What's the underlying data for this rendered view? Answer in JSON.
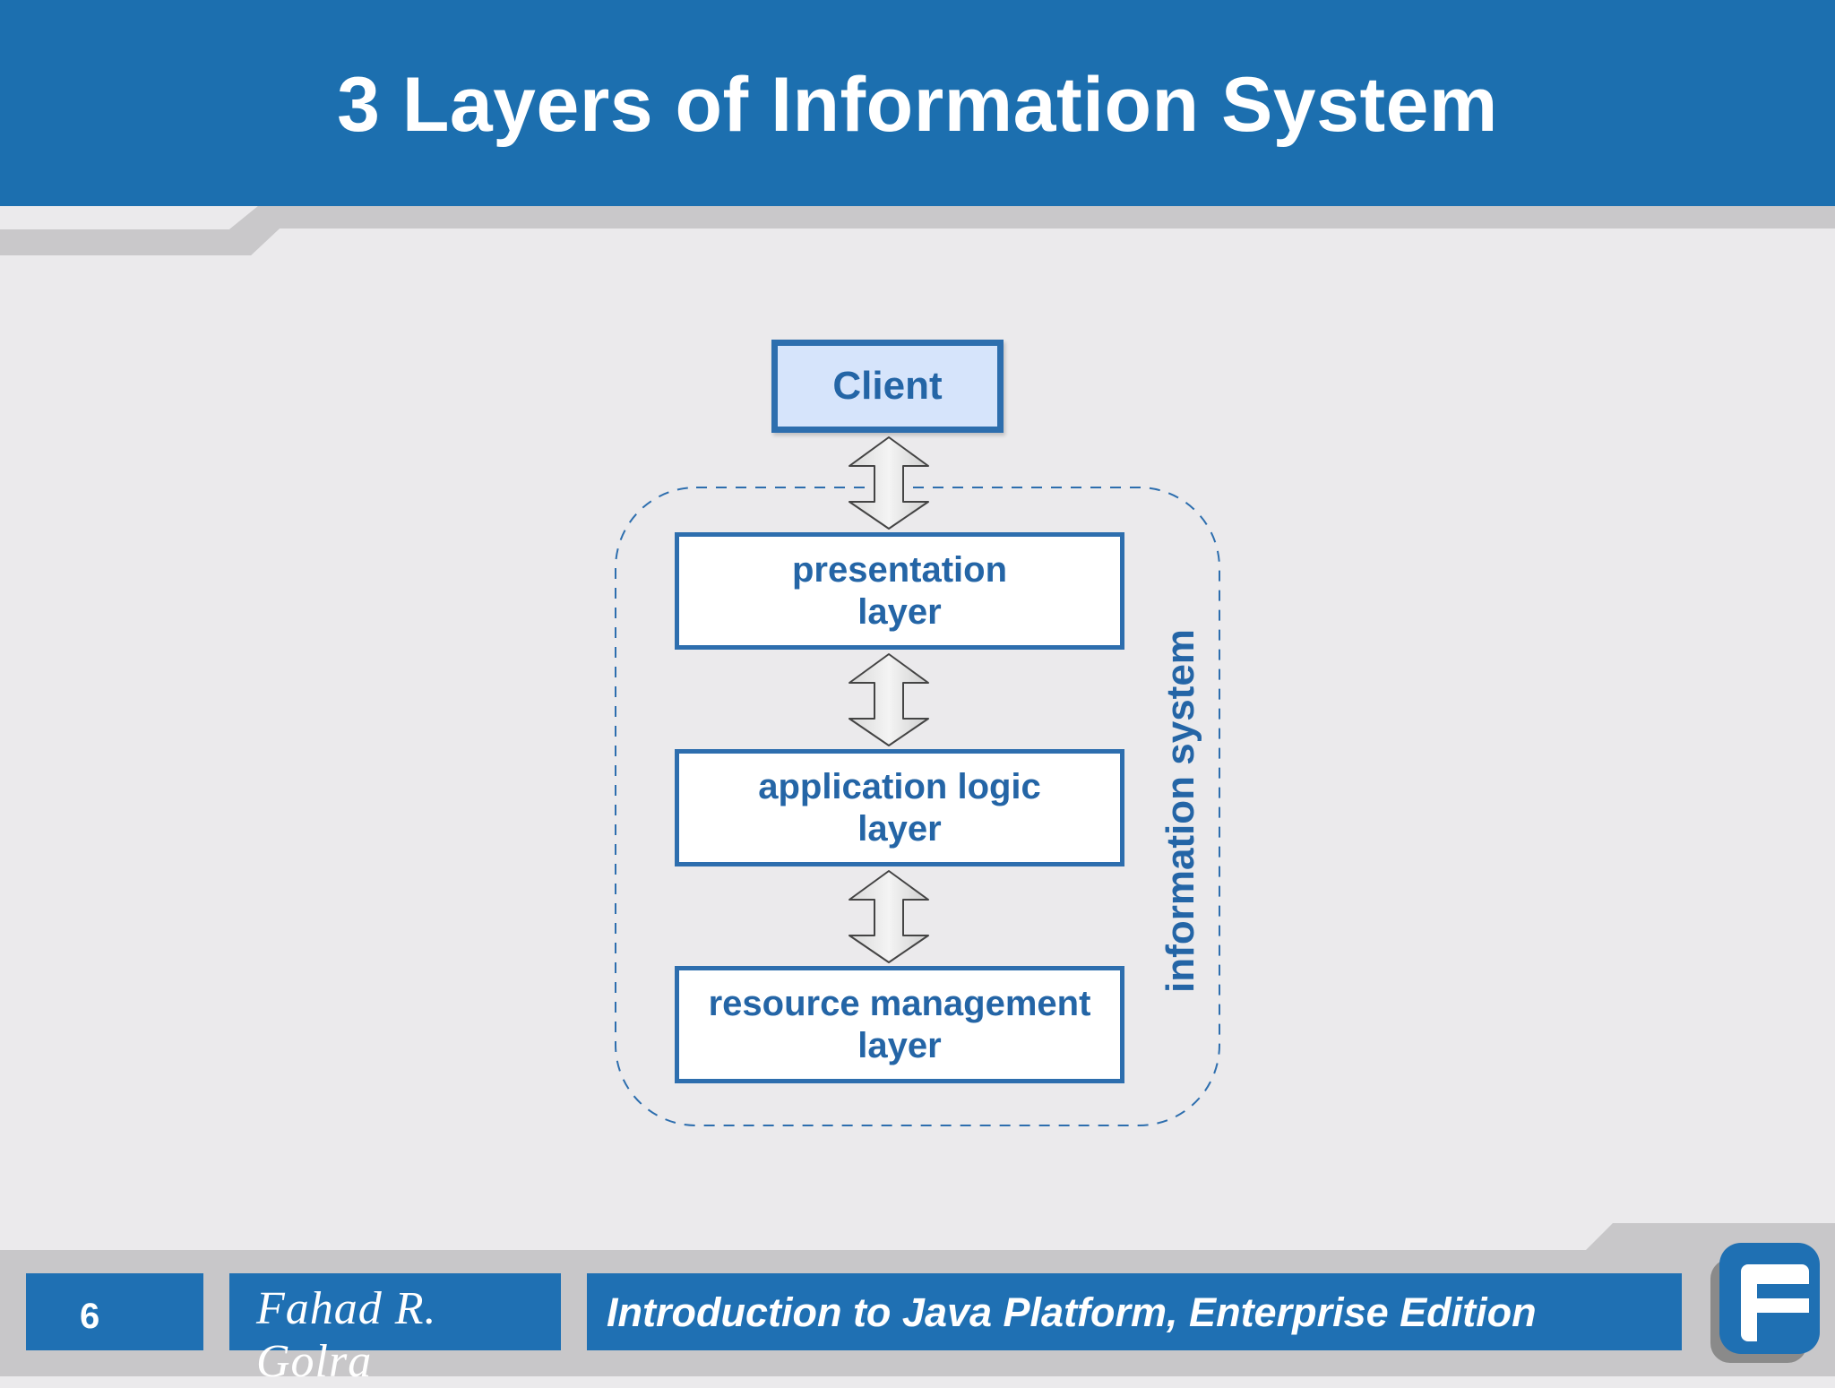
{
  "slide": {
    "title": "3 Layers of Information System"
  },
  "diagram": {
    "client": "Client",
    "layers": [
      "presentation\nlayer",
      "application logic\nlayer",
      "resource management\nlayer"
    ],
    "system_label": "information system"
  },
  "footer": {
    "page_number": "6",
    "author": "Fahad R. Golra",
    "course": "Introduction to Java Platform, Enterprise Edition"
  },
  "colors": {
    "brand_blue": "#1c6faf",
    "text_blue": "#2465a6",
    "background": "#ebeaec"
  }
}
